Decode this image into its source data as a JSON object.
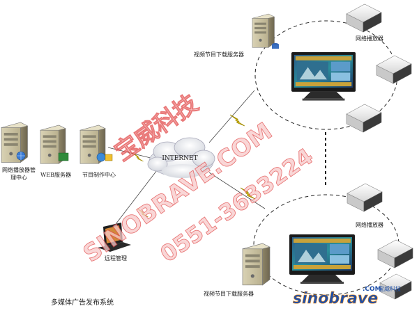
{
  "diagram": {
    "caption": "多媒体广告发布系统",
    "internet_label": "INTERNET",
    "nodes": {
      "mgmt_center": "网络播放器管理中心",
      "web_server": "WEB服务器",
      "production_center": "节目制作中心",
      "remote_mgmt": "远程管理",
      "download_server_top": "视频节目下载服务器",
      "download_server_bottom": "视频节目下载服务器",
      "player_top": "网络播放器",
      "player_bottom": "网络播放器"
    }
  },
  "watermark": {
    "brand_cn": "宝威科技",
    "brand_en": "SINOBRAVE.COM",
    "phone": "0551-3633224"
  },
  "logo": {
    "wordmark": "sinobrave",
    "suffix": ".COM",
    "cn": "宝威科技"
  },
  "colors": {
    "watermark_fill": "#f7c9c9",
    "watermark_stroke": "#e24b4b",
    "logo_blue": "#1e4fa8",
    "logo_orange": "#f08c1a",
    "lightning": "#f2d21a"
  }
}
